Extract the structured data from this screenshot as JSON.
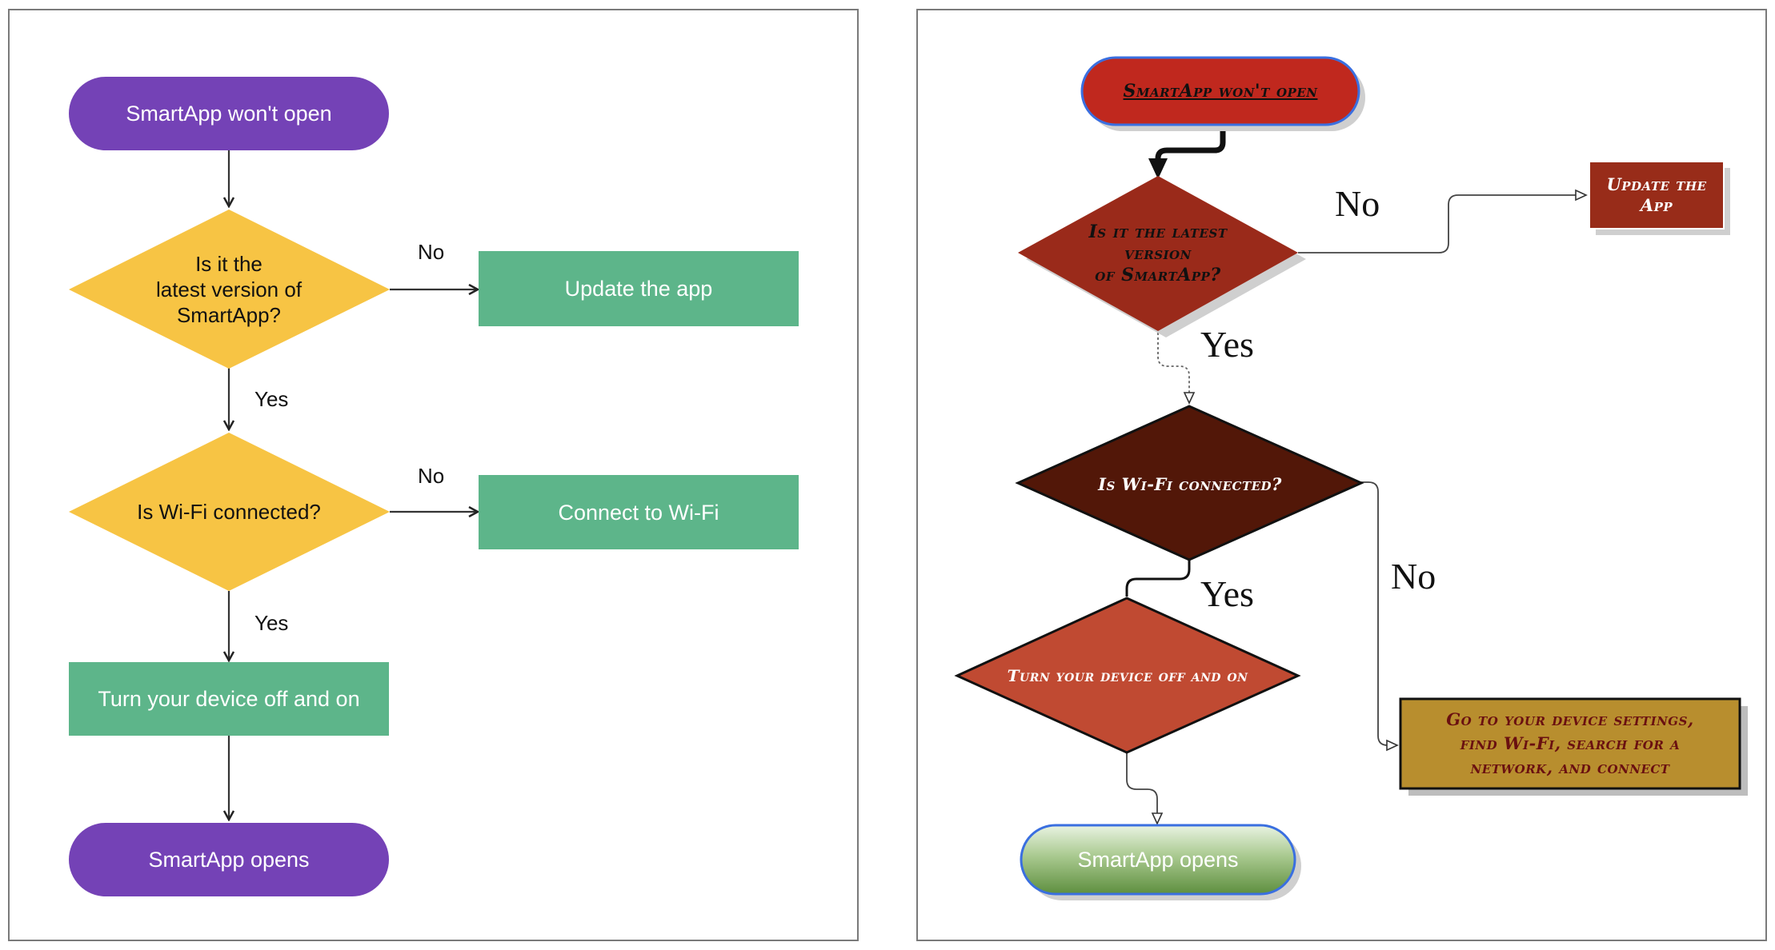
{
  "left": {
    "start": "SmartApp won't open",
    "decision1": "Is it the\nlatest version of\nSmartApp?",
    "action1": "Update the app",
    "decision2": "Is Wi-Fi connected?",
    "action2": "Connect to Wi-Fi",
    "step": "Turn your device off and on",
    "end": "SmartApp opens",
    "no1": "No",
    "yes1": "Yes",
    "no2": "No",
    "yes2": "Yes"
  },
  "right": {
    "start": "SmartApp won't open",
    "decision1": "Is it the latest\nversion\nof SmartApp?",
    "action1": "Update the\nApp",
    "decision2": "Is Wi-Fi connected?",
    "step": "Turn your device off and on",
    "action2": "Go to your device settings,\nfind Wi-Fi, search for a\nnetwork, and connect",
    "end": "SmartApp opens",
    "no1": "No",
    "yes1": "Yes",
    "no2": "No",
    "yes2": "Yes"
  },
  "colors": {
    "left_terminal": "#7442b6",
    "left_decision": "#f7c444",
    "left_action": "#5db58a",
    "right_start": "#c0281e",
    "right_decision1": "#9a2a1a",
    "right_decision2": "#521708",
    "right_step": "#c04a32",
    "right_action1": "#982c19",
    "right_action2": "#b88e2e",
    "right_end": "#78a85a"
  }
}
